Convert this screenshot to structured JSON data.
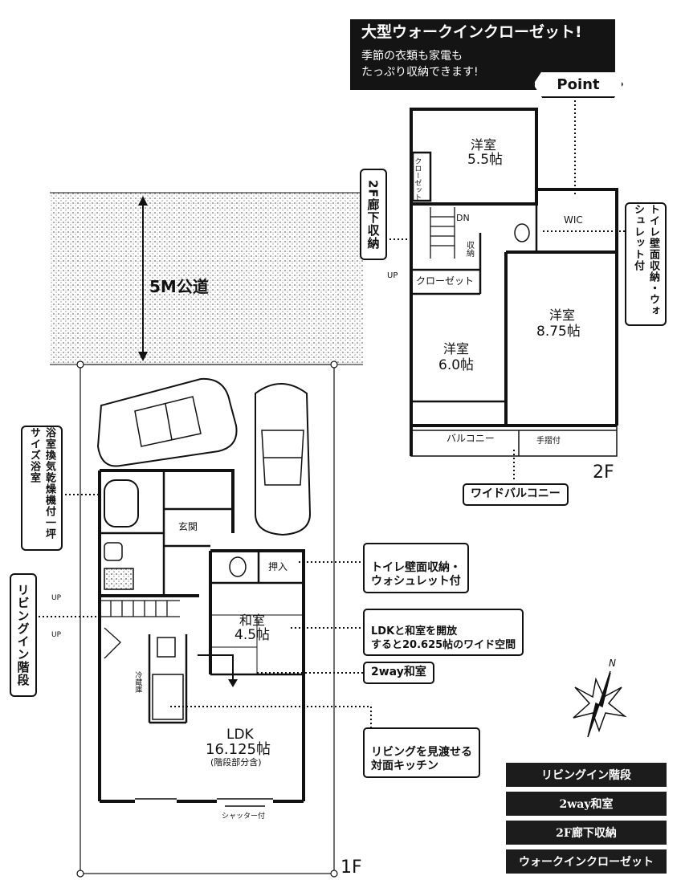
{
  "banner": {
    "title": "大型ウォークインクローゼット!",
    "line1": "季節の衣類も家電も",
    "line2": "たっぷり収納できます!",
    "point": "Point"
  },
  "road": {
    "label": "5M公道"
  },
  "floor2": {
    "floor_label": "2F",
    "rooms": {
      "western_55": {
        "name": "洋室",
        "size": "5.5帖"
      },
      "western_875": {
        "name": "洋室",
        "size": "8.75帖"
      },
      "western_60": {
        "name": "洋室",
        "size": "6.0帖"
      },
      "closet_small": "クローゼット",
      "closet": "クローゼット",
      "wic": "WIC",
      "balcony": "バルコニー",
      "handrail": "手摺付",
      "dn": "DN",
      "up": "UP",
      "storage": "収納"
    },
    "callouts": {
      "hall_storage": "2F廊下収納",
      "toilet_storage": "トイレ壁面収納・ウォシュレット付",
      "wide_balcony": "ワイドバルコニー"
    }
  },
  "floor1": {
    "floor_label": "1F",
    "rooms": {
      "entrance": "玄関",
      "closet": "押入",
      "japanese": {
        "name": "和室",
        "size": "4.5帖"
      },
      "ldk": {
        "name": "LDK",
        "size": "16.125帖",
        "note": "(階段部分含)"
      },
      "shutter": "シャッター付",
      "fridge": "冷蔵庫",
      "up1": "UP",
      "up2": "UP"
    },
    "callouts": {
      "bath": "浴室換気乾燥機付一坪サイズ浴室",
      "living_stairs": "リビングイン階段",
      "toilet": "トイレ壁面収納・\nウォシュレット付",
      "ldk_open": "LDKと和室を開放\nすると20.625帖のワイド空間",
      "twoway": "2way和室",
      "kitchen": "リビングを見渡せる\n対面キッチン"
    }
  },
  "compass": {
    "north": "N"
  },
  "tags": [
    "リビングイン階段",
    "2way和室",
    "2F廊下収納",
    "ウォークインクローゼット"
  ]
}
